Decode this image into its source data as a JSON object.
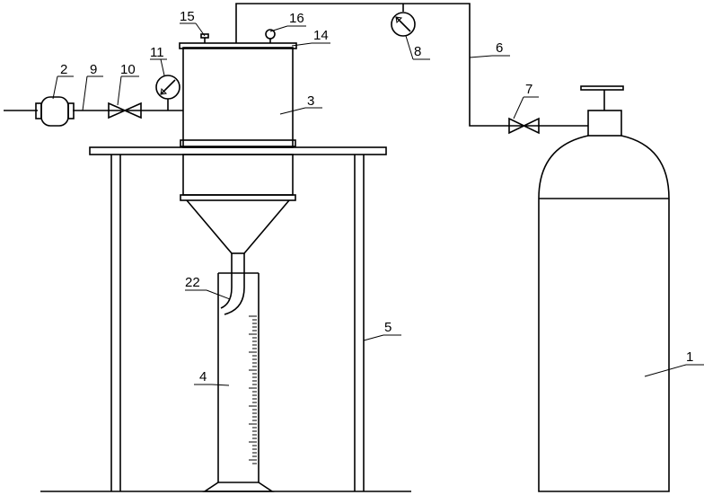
{
  "labels": {
    "cylinder_bottle": "1",
    "valve_2": "2",
    "pressure_vessel": "3",
    "graduated_cylinder": "4",
    "support_frame": "5",
    "gas_pipe": "6",
    "valve_7": "7",
    "gauge_8": "8",
    "inlet_pipe": "9",
    "valve_10": "10",
    "gauge_11": "11",
    "lid": "14",
    "vent_15": "15",
    "fitting_16": "16",
    "outlet_tube": "22"
  }
}
